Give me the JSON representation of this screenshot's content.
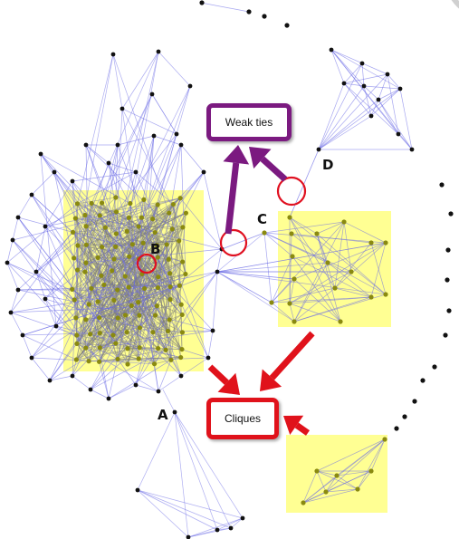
{
  "node_labels": {
    "a": "A",
    "b": "B",
    "c": "C",
    "d": "D"
  },
  "callouts": {
    "weak_ties": "Weak ties",
    "cliques": "Cliques"
  },
  "colors": {
    "edge": "#6b6be6",
    "dense_edge": "#7d7d7d",
    "node": "#111111",
    "clique_node": "#8a8a10",
    "highlight": "#ffff80",
    "weak_ties_accent": "#7b1a80",
    "cliques_accent": "#e0121b",
    "circle_marker": "#e01020"
  }
}
